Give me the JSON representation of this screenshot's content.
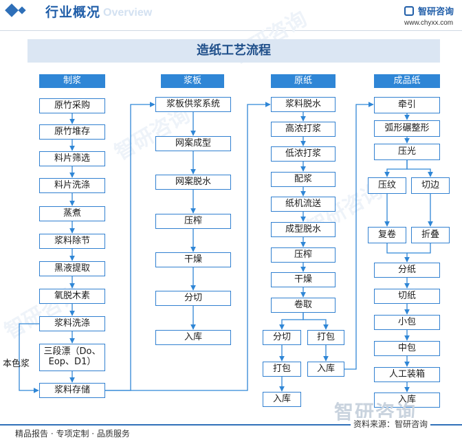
{
  "header": {
    "title": "行业概况",
    "subtitle_ghost": "Overview",
    "logo_text": "智研咨询",
    "logo_url": "www.chyxx.com"
  },
  "diagram_title": "造纸工艺流程",
  "columns": [
    "制浆",
    "浆板",
    "原纸",
    "成品纸"
  ],
  "pulping": [
    "原竹采购",
    "原竹堆存",
    "料片筛选",
    "料片洗涤",
    "蒸煮",
    "浆料除节",
    "黑液提取",
    "氧脱木素",
    "浆料洗涤",
    "三段漂（Do、\nEop、D1）",
    "浆料存储"
  ],
  "pulp_board": [
    "浆板供浆系统",
    "网案成型",
    "网案脱水",
    "压榨",
    "干燥",
    "分切",
    "入库"
  ],
  "base_paper": [
    "浆料脱水",
    "高浓打浆",
    "低浓打浆",
    "配浆",
    "纸机流送",
    "成型脱水",
    "压榨",
    "干燥",
    "卷取"
  ],
  "base_paper_branch": {
    "cut": "分切",
    "pack1": "打包",
    "pack2": "打包",
    "store1": "入库",
    "store2": "入库"
  },
  "finished_paper": [
    "牵引",
    "弧形碾整形",
    "压光"
  ],
  "finished_branch": {
    "emboss": "压纹",
    "trim": "切边",
    "rewind": "复卷",
    "fold": "折叠"
  },
  "finished_tail": [
    "分纸",
    "切纸",
    "小包",
    "中包",
    "人工装箱",
    "入库"
  ],
  "side_label": "本色浆",
  "footer": {
    "left": "精品报告 · 专项定制 · 品质服务",
    "right": "资料来源：智研咨询",
    "watermark": "智研咨询"
  },
  "colors": {
    "accent": "#2f86d6",
    "box_border": "#2f7fd0",
    "arrow": "#2f86d6"
  }
}
